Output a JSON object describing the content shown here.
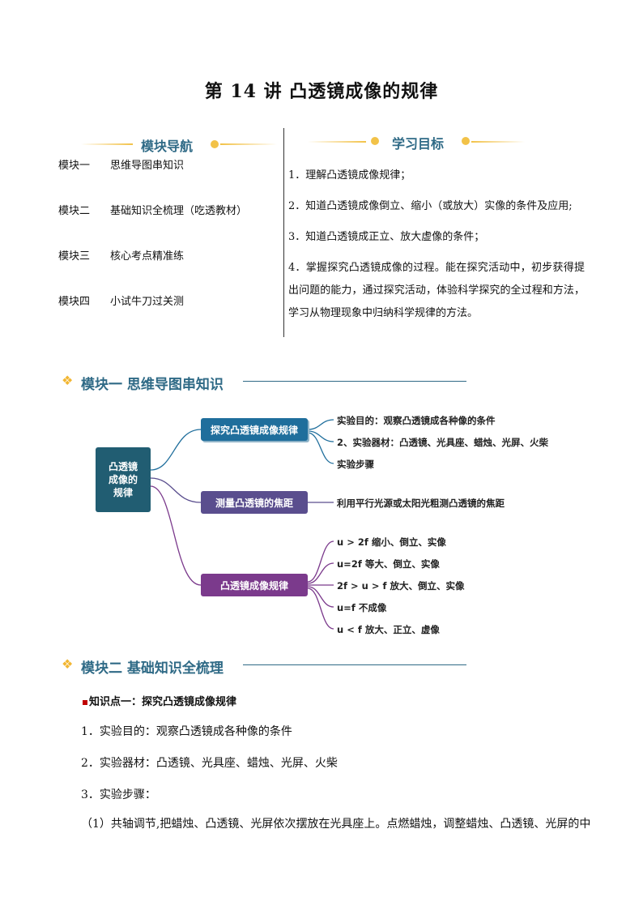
{
  "title": "第 14 讲  凸透镜成像的规律",
  "nav": {
    "heading": "模块导航",
    "items": [
      {
        "num": "模块一",
        "text": "思维导图串知识"
      },
      {
        "num": "模块二",
        "text": "基础知识全梳理（吃透教材）"
      },
      {
        "num": "模块三",
        "text": "核心考点精准练"
      },
      {
        "num": "模块四",
        "text": "小试牛刀过关测"
      }
    ]
  },
  "goals": {
    "heading": "学习目标",
    "items": [
      "1．理解凸透镜成像规律；",
      "2．知道凸透镜成像倒立、缩小（或放大）实像的条件及应用;",
      "3．知道凸透镜成正立、放大虚像的条件；",
      "4．掌握探究凸透镜成像的过程。能在探究活动中，初步获得提出问题的能力，通过探究活动，体验科学探究的全过程和方法，学习从物理现象中归纳科学规律的方法。"
    ]
  },
  "module1": {
    "title": "模块一 思维导图串知识"
  },
  "mindmap": {
    "root": "凸透镜成像的规律",
    "branch1": {
      "label": "探究凸透镜成像规律",
      "leaves": [
        "实验目的：观察凸透镜成各种像的条件",
        "2、实验器材：凸透镜、光具座、蜡烛、光屏、火柴",
        "实验步骤"
      ]
    },
    "branch2": {
      "label": "测量凸透镜的焦距",
      "leaves": [
        "利用平行光源或太阳光粗测凸透镜的焦距"
      ]
    },
    "branch3": {
      "label": "凸透镜成像规律",
      "leaves": [
        "u > 2f 缩小、倒立、实像",
        "u=2f 等大、倒立、实像",
        "2f > u > f 放大、倒立、实像",
        "u=f 不成像",
        "u < f  放大、正立、虚像"
      ]
    },
    "colors": {
      "root": "#215d72",
      "branch1": "#1f6e9c",
      "branch2": "#5a4e8e",
      "branch3": "#7b3a8c"
    }
  },
  "module2": {
    "title": "模块二 基础知识全梳理",
    "kp1": "知识点一：探究凸透镜成像规律",
    "lines": [
      "1．实验目的：观察凸透镜成各种像的条件",
      "2．实验器材：凸透镜、光具座、蜡烛、光屏、火柴",
      "3．实验步骤：",
      "（1）共轴调节,把蜡烛、凸透镜、光屏依次摆放在光具座上。点燃蜡烛，调整蜡烛、凸透镜、光屏的中"
    ]
  }
}
